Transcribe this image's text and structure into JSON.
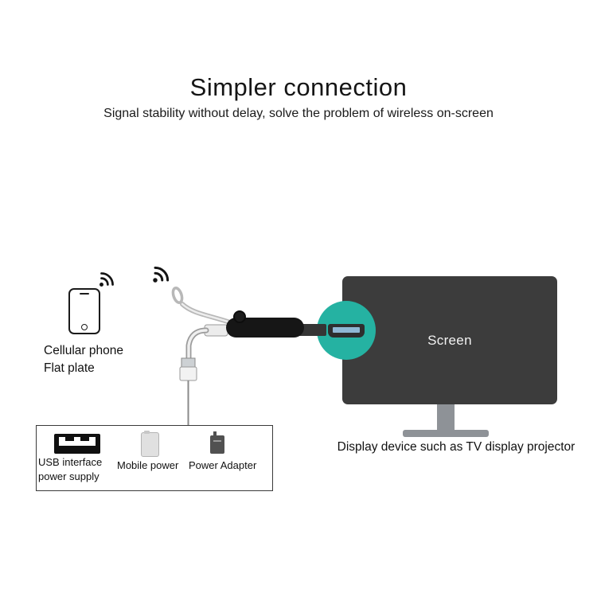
{
  "header": {
    "title": "Simpler connection",
    "subtitle": "Signal stability without delay, solve the problem of wireless on-screen"
  },
  "diagram": {
    "phone": {
      "line1": "Cellular phone",
      "line2": "Flat plate"
    },
    "screen_label": "Screen",
    "display_caption": "Display device such as TV display projector",
    "power_box": {
      "usb_line1": "USB interface",
      "usb_line2": "power supply",
      "mobile_label": "Mobile power",
      "adapter_label": "Power Adapter"
    }
  },
  "icons": {
    "wifi": "wifi-signal-arcs",
    "phone": "tablet-outline",
    "dongle": "hdmi-wifi-dongle",
    "hdmi": "hdmi-port",
    "usb_port": "usb-a-port",
    "mobile_power": "power-bank",
    "power_adapter": "wall-adapter"
  },
  "colors": {
    "accent": "#25b2a2",
    "tv": "#3c3c3c",
    "stand": "#8e9297"
  }
}
